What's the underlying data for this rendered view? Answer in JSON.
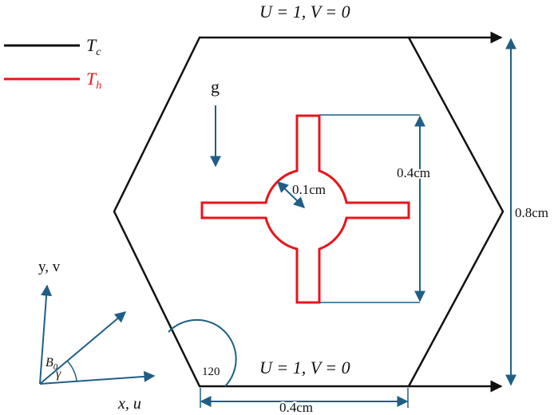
{
  "legend": {
    "cold": {
      "symbol": "T",
      "sub": "c",
      "color": "#111111"
    },
    "hot": {
      "symbol": "T",
      "sub": "h",
      "color": "#e8141b"
    }
  },
  "labels": {
    "top_bc": "U = 1, V = 0",
    "bottom_bc": "U = 1, V = 0",
    "gravity": "g",
    "radius": "0.1cm",
    "cross_height": "0.4cm",
    "cavity_height": "0.8cm",
    "bottom_width": "0.4cm",
    "angle": "120",
    "axis_y": "y, v",
    "axis_x": "x, u",
    "field_symbol": "B",
    "field_sub": "0",
    "inclination": "γ"
  },
  "colors": {
    "wall_cold": "#111111",
    "wall_hot": "#e8141b",
    "dimension": "#1f5f86"
  },
  "icons": {
    "gravity_arrow": "arrow-down-icon",
    "velocity_arrow": "arrow-right-icon"
  }
}
